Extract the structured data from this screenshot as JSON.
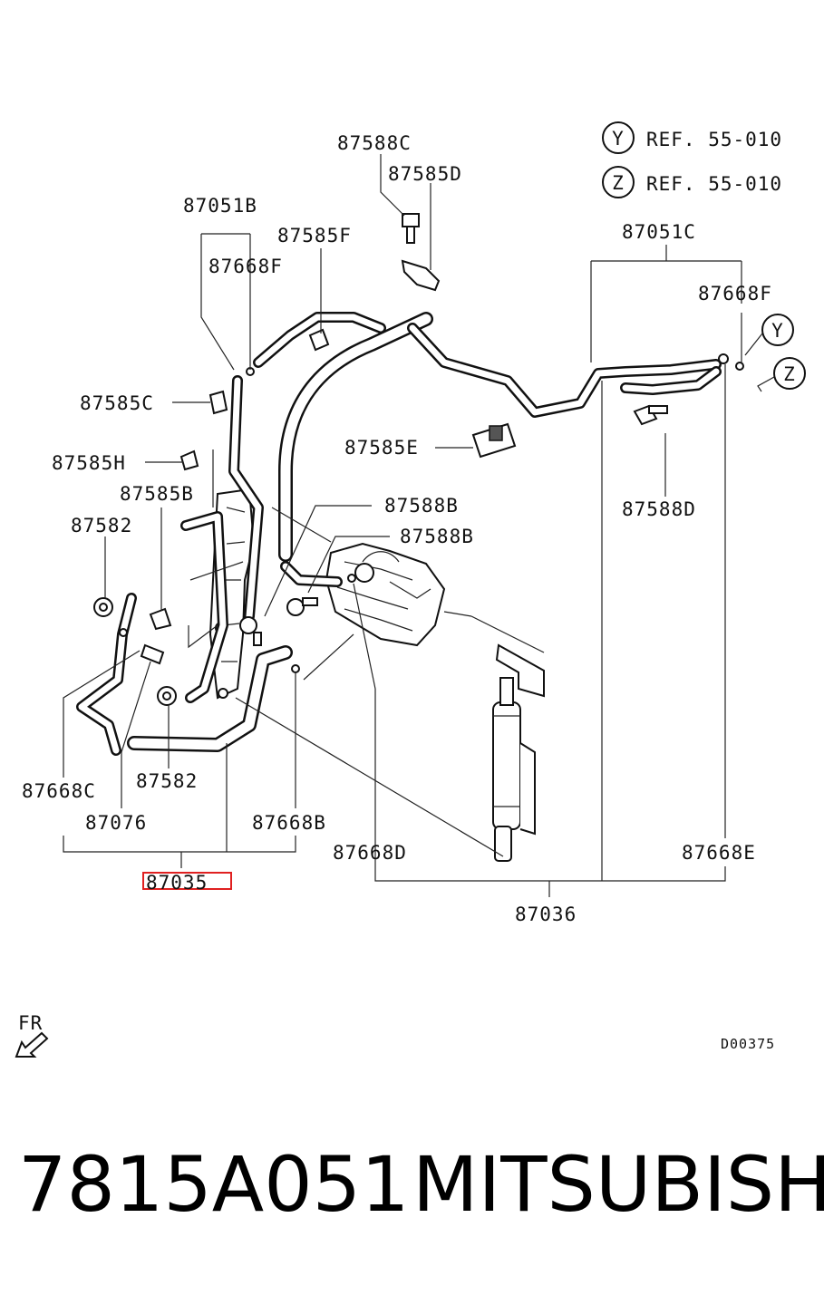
{
  "refs": [
    {
      "letter": "Y",
      "text": "REF. 55-010"
    },
    {
      "letter": "Z",
      "text": "REF. 55-010"
    }
  ],
  "callouts": {
    "c87588c": "87588C",
    "c87585d": "87585D",
    "c87051b": "87051B",
    "c87585f": "87585F",
    "c87668f_left": "87668F",
    "c87051c": "87051C",
    "c87668f_right": "87668F",
    "c87585c": "87585C",
    "c87585e": "87585E",
    "c87585h": "87585H",
    "c87588d": "87588D",
    "c87585b": "87585B",
    "c87588b_1": "87588B",
    "c87588b_2": "87588B",
    "c87582_top": "87582",
    "c87582_bottom": "87582",
    "c87668c": "87668C",
    "c87076": "87076",
    "c87668b": "87668B",
    "c87668d": "87668D",
    "c87668e": "87668E",
    "c87035": "87035",
    "c87036": "87036"
  },
  "marker_y": "Y",
  "marker_z": "Z",
  "fr_label": "FR",
  "diagram_code": "D00375",
  "highlight_color": "#e02020",
  "footer": {
    "part_number": "7815A051",
    "brand": "MITSUBISHI"
  }
}
